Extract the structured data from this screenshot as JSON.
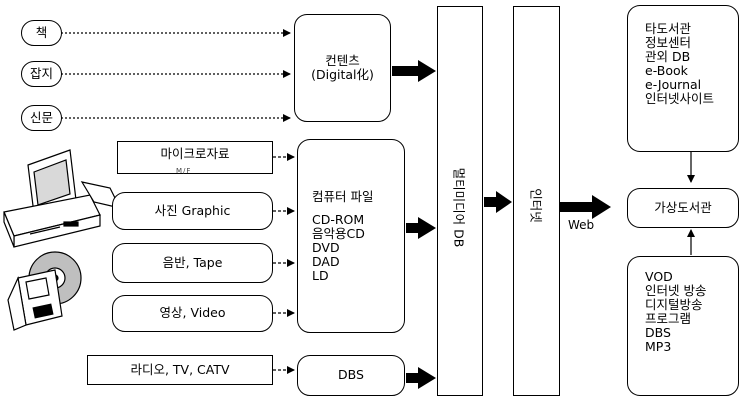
{
  "sources": {
    "book": "책",
    "magazine": "잡지",
    "newspaper": "신문",
    "microfilm": "마이크로자료",
    "microfilm_sub": "M/F",
    "photo": "사진 Graphic",
    "record": "음반, Tape",
    "video": "영상, Video",
    "broadcast": "라디오, TV, CATV"
  },
  "content_box": {
    "title": "컨텐츠",
    "subtitle": "(Digital化)"
  },
  "computer_file_box": {
    "title": "컴퓨터 파일",
    "items": [
      "CD-ROM",
      "음악용CD",
      "DVD",
      "DAD",
      "LD"
    ]
  },
  "dbs_box": {
    "label": "DBS"
  },
  "multimedia_db": {
    "label": "멀티미디어 DB"
  },
  "internet": {
    "label": "인터넷"
  },
  "web_label": "Web",
  "virtual_library": {
    "label": "가상도서관"
  },
  "top_sources": [
    "타도서관",
    "정보센터",
    "관외 DB",
    "e-Book",
    "e-Journal",
    "인터넷사이트"
  ],
  "bottom_services": [
    "VOD",
    "인터넷 방송",
    "디지털방송",
    "프로그램",
    "DBS",
    "MP3"
  ],
  "colors": {
    "stroke": "#000000",
    "fill": "#ffffff",
    "monitor_screen": "#d9d9d9",
    "cd": "#bfbfbf"
  }
}
